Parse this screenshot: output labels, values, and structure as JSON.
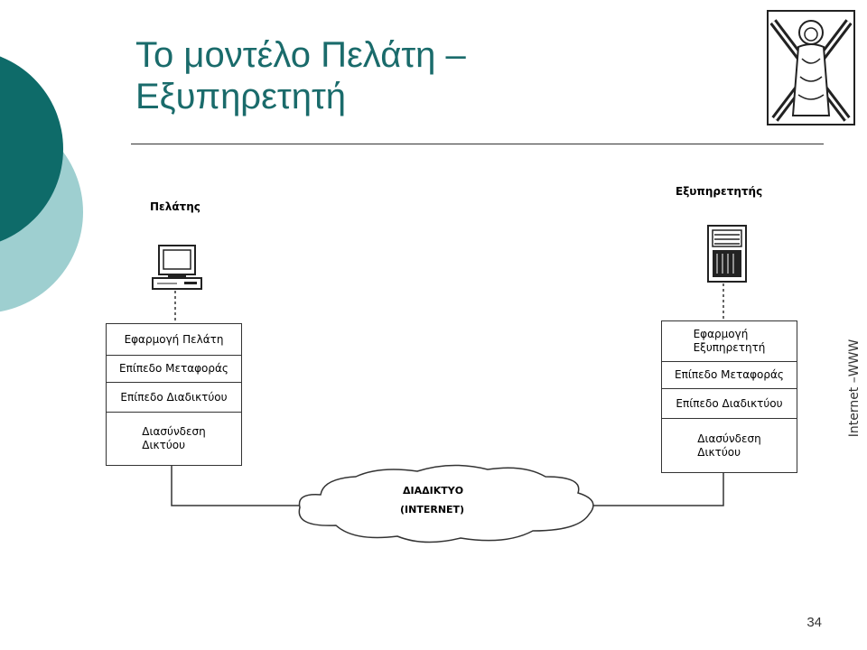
{
  "slide": {
    "title_line1": "Το μοντέλο Πελάτη –",
    "title_line2": "Εξυπηρετητή",
    "sidebar_label": "Internet –WWW",
    "page_number": "34",
    "emblem_icon": "saint-andrew-emblem-icon",
    "colors": {
      "title": "#1a6b6b",
      "circle_dark": "#0e6b69",
      "circle_light": "#9ecfd0"
    }
  },
  "diagram": {
    "client": {
      "heading": "Πελάτης",
      "icon": "desktop-computer-icon",
      "layers": [
        "Εφαρμογή Πελάτη",
        "Επίπεδο Μεταφοράς",
        "Επίπεδο Διαδικτύου",
        "Διασύνδεση\nΔικτύου"
      ]
    },
    "server": {
      "heading": "Εξυπηρετητής",
      "icon": "server-tower-icon",
      "layers": [
        "Εφαρμογή\nΕξυπηρετητή",
        "Επίπεδο Μεταφοράς",
        "Επίπεδο Διαδικτύου",
        "Διασύνδεση\nΔικτύου"
      ]
    },
    "network": {
      "icon": "cloud-icon",
      "label_line1": "ΔΙΑΔΙΚΤΥΟ",
      "label_line2": "(INTERNET)"
    }
  }
}
